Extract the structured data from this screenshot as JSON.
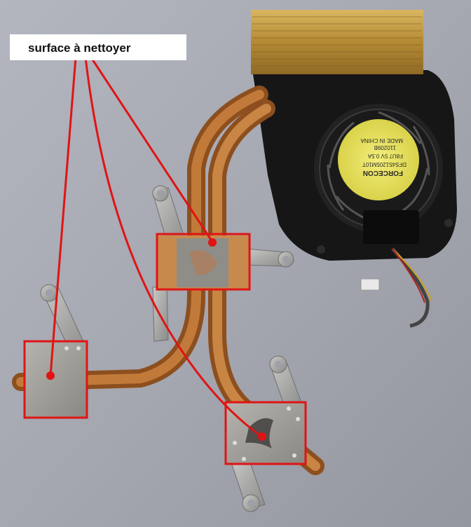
{
  "annotation": {
    "label": "surface à nettoyer",
    "accent_color": "#e01414"
  },
  "fan_sticker": {
    "brand": "FORCECON",
    "lines": [
      "DFS451205M10T",
      "F8U7 5V 0.5A",
      "110209B",
      "MADE IN CHINA"
    ]
  }
}
